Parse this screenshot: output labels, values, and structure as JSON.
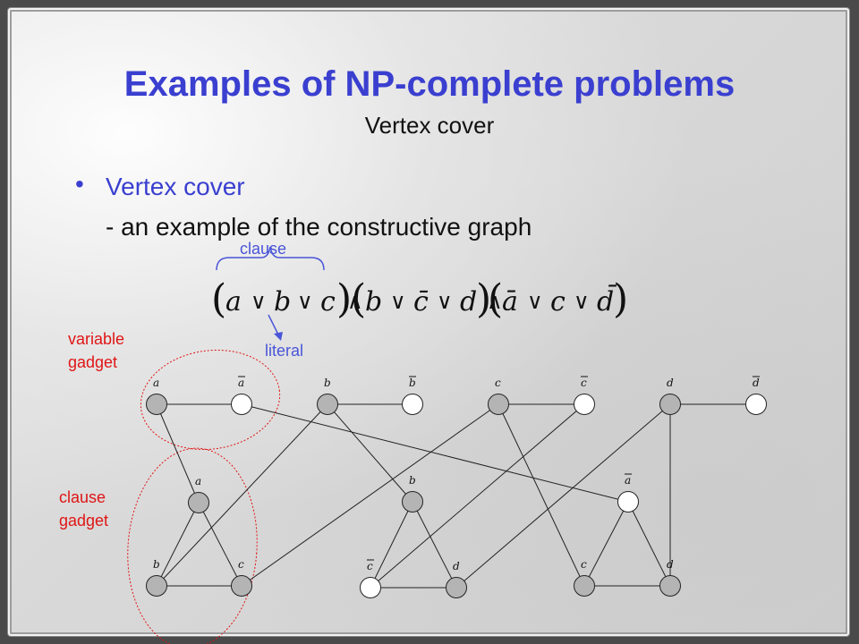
{
  "title": "Examples of NP-complete problems",
  "subtitle": "Vertex cover",
  "bullet": {
    "symbol": "•",
    "text": "Vertex cover",
    "subtext": "- an example of the constructive graph"
  },
  "annotations": {
    "clause": "clause",
    "literal": "literal",
    "variable_gadget": [
      "variable",
      "gadget"
    ],
    "clause_gadget": [
      "clause",
      "gadget"
    ]
  },
  "formula": {
    "clauses": [
      [
        "a",
        "b",
        "c"
      ],
      [
        "b",
        "c̄",
        "d"
      ],
      [
        "ā",
        "c",
        "d̄"
      ]
    ],
    "or_symbol": "∨",
    "and_symbol": "∧"
  },
  "graph": {
    "variable_nodes": [
      {
        "label": "a",
        "negated": false
      },
      {
        "label": "a",
        "negated": true
      },
      {
        "label": "b",
        "negated": false
      },
      {
        "label": "b",
        "negated": true
      },
      {
        "label": "c",
        "negated": false
      },
      {
        "label": "c",
        "negated": true
      },
      {
        "label": "d",
        "negated": false
      },
      {
        "label": "d",
        "negated": true
      }
    ],
    "clause_gadgets": [
      {
        "top": {
          "label": "a",
          "negated": false
        },
        "left": {
          "label": "b",
          "negated": false
        },
        "right": {
          "label": "c",
          "negated": false
        }
      },
      {
        "top": {
          "label": "b",
          "negated": false
        },
        "left": {
          "label": "c",
          "negated": true
        },
        "right": {
          "label": "d",
          "negated": false
        }
      },
      {
        "top": {
          "label": "a",
          "negated": true
        },
        "left": {
          "label": "c",
          "negated": false
        },
        "right": {
          "label": "d",
          "negated": false
        }
      }
    ]
  },
  "colors": {
    "title": "#3a3fd0",
    "annotation_blue": "#4a55d8",
    "annotation_red": "#e01515",
    "node_positive": "#b4b4b4",
    "node_negative": "#ffffff"
  }
}
